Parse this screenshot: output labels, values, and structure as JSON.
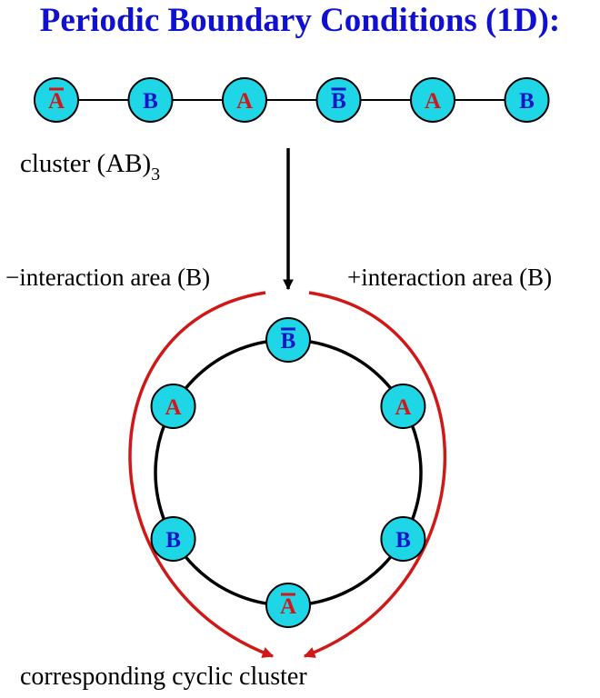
{
  "title": "Periodic Boundary Conditions (1D):",
  "chain": {
    "caption": "cluster (AB)",
    "caption_subscript": "3",
    "nodes": [
      {
        "label": "A",
        "kind": "A",
        "bar": true
      },
      {
        "label": "B",
        "kind": "B",
        "bar": false
      },
      {
        "label": "A",
        "kind": "A",
        "bar": false
      },
      {
        "label": "B",
        "kind": "B",
        "bar": true
      },
      {
        "label": "A",
        "kind": "A",
        "bar": false
      },
      {
        "label": "B",
        "kind": "B",
        "bar": false
      }
    ]
  },
  "ring": {
    "caption": "corresponding cyclic cluster",
    "nodes": [
      {
        "label": "B",
        "kind": "B",
        "bar": true
      },
      {
        "label": "A",
        "kind": "A",
        "bar": false
      },
      {
        "label": "B",
        "kind": "B",
        "bar": false
      },
      {
        "label": "A",
        "kind": "A",
        "bar": true
      },
      {
        "label": "B",
        "kind": "B",
        "bar": false
      },
      {
        "label": "A",
        "kind": "A",
        "bar": false
      }
    ]
  },
  "interaction": {
    "minus_label": "−interaction area (B)",
    "plus_label": "+interaction area (B)"
  },
  "colors": {
    "title": "#1010d0",
    "node_fill": "#1ed6e6",
    "node_stroke": "#000000",
    "letter_A": "#d01818",
    "letter_B": "#1414c8",
    "arc": "#d01818",
    "text": "#000000",
    "line": "#000000"
  }
}
